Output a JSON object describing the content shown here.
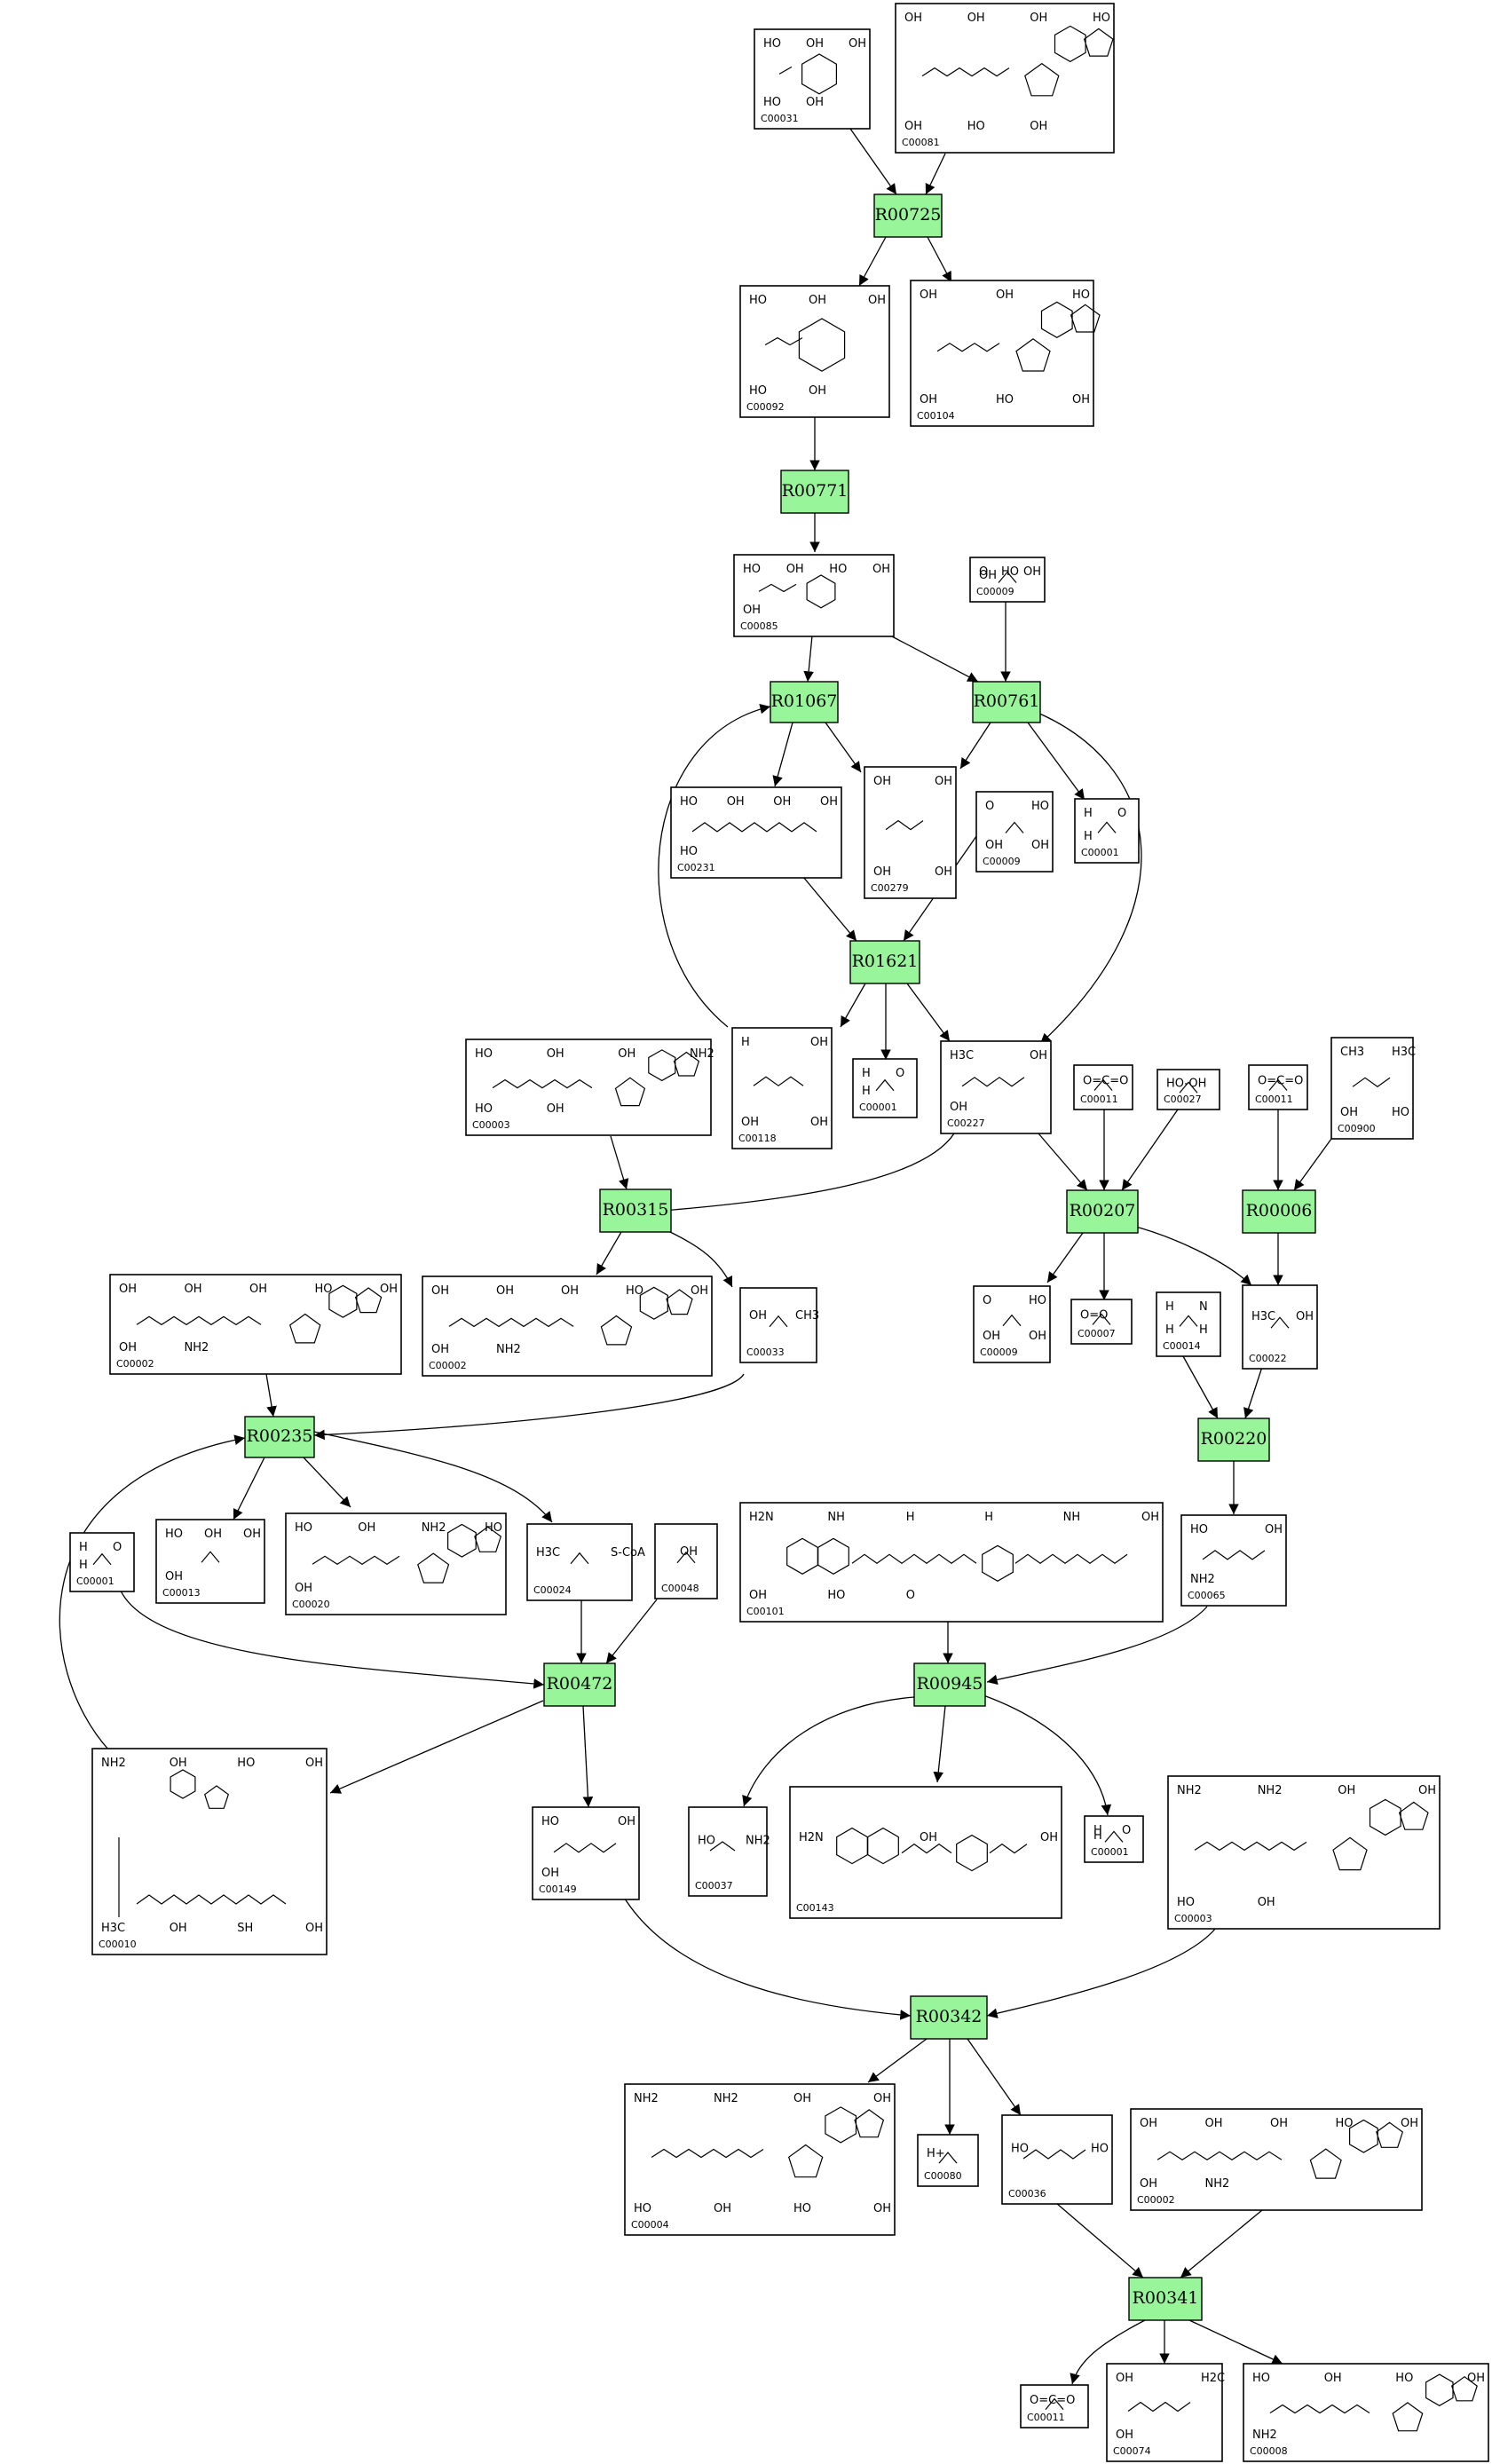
{
  "reactions": [
    {
      "id": "R00725"
    },
    {
      "id": "R00771"
    },
    {
      "id": "R01067"
    },
    {
      "id": "R00761"
    },
    {
      "id": "R01621"
    },
    {
      "id": "R00315"
    },
    {
      "id": "R00207"
    },
    {
      "id": "R00006"
    },
    {
      "id": "R00235"
    },
    {
      "id": "R00220"
    },
    {
      "id": "R00472"
    },
    {
      "id": "R00945"
    },
    {
      "id": "R00342"
    },
    {
      "id": "R00341"
    }
  ],
  "compounds": [
    {
      "id": "C00031",
      "kind": "ring",
      "labels": [
        "HO",
        "OH",
        "OH",
        "HO",
        "OH"
      ]
    },
    {
      "id": "C00081",
      "kind": "nucleotide",
      "labels": [
        "OH",
        "OH",
        "OH",
        "HO",
        "OH",
        "HO",
        "OH"
      ]
    },
    {
      "id": "C00092",
      "kind": "ring",
      "labels": [
        "HO",
        "OH",
        "OH",
        "HO",
        "OH"
      ]
    },
    {
      "id": "C00104",
      "kind": "nucleotide",
      "labels": [
        "OH",
        "OH",
        "HO",
        "OH",
        "HO",
        "OH"
      ]
    },
    {
      "id": "C00085",
      "kind": "ring",
      "labels": [
        "HO",
        "OH",
        "HO",
        "OH",
        "OH"
      ]
    },
    {
      "id": "C00009",
      "kind": "small",
      "labels": [
        "O",
        "HO",
        "OH",
        "OH"
      ]
    },
    {
      "id": "C00231",
      "kind": "chain",
      "labels": [
        "HO",
        "OH",
        "OH",
        "OH",
        "HO"
      ]
    },
    {
      "id": "C00279",
      "kind": "chain",
      "labels": [
        "OH",
        "OH",
        "OH",
        "OH"
      ]
    },
    {
      "id": "C00009",
      "kind": "small",
      "labels": [
        "O",
        "HO",
        "OH",
        "OH"
      ]
    },
    {
      "id": "C00001",
      "kind": "small",
      "labels": [
        "H",
        "O",
        "H"
      ]
    },
    {
      "id": "C00003",
      "kind": "nucleotide",
      "labels": [
        "HO",
        "OH",
        "OH",
        "NH2",
        "HO",
        "OH"
      ]
    },
    {
      "id": "C00118",
      "kind": "chain",
      "labels": [
        "H",
        "OH",
        "OH",
        "OH"
      ]
    },
    {
      "id": "C00001",
      "kind": "small",
      "labels": [
        "H",
        "O",
        "H"
      ]
    },
    {
      "id": "C00227",
      "kind": "chain",
      "labels": [
        "H3C",
        "OH",
        "OH"
      ]
    },
    {
      "id": "C00011",
      "kind": "small",
      "labels": [
        "O=C=O"
      ]
    },
    {
      "id": "C00027",
      "kind": "small",
      "labels": [
        "HO-OH"
      ]
    },
    {
      "id": "C00011",
      "kind": "small",
      "labels": [
        "O=C=O"
      ]
    },
    {
      "id": "C00900",
      "kind": "chain",
      "labels": [
        "CH3",
        "H3C",
        "OH",
        "HO"
      ]
    },
    {
      "id": "C00002",
      "kind": "nucleotide",
      "labels": [
        "OH",
        "OH",
        "OH",
        "HO",
        "OH",
        "OH",
        "NH2"
      ]
    },
    {
      "id": "C00002",
      "kind": "nucleotide",
      "labels": [
        "OH",
        "OH",
        "OH",
        "HO",
        "OH",
        "OH",
        "NH2"
      ]
    },
    {
      "id": "C00033",
      "kind": "small",
      "labels": [
        "OH",
        "CH3"
      ]
    },
    {
      "id": "C00009",
      "kind": "small",
      "labels": [
        "O",
        "HO",
        "OH",
        "OH"
      ]
    },
    {
      "id": "C00007",
      "kind": "small",
      "labels": [
        "O=O"
      ]
    },
    {
      "id": "C00014",
      "kind": "small",
      "labels": [
        "H",
        "N",
        "H",
        "H"
      ]
    },
    {
      "id": "C00022",
      "kind": "small",
      "labels": [
        "H3C",
        "OH"
      ]
    },
    {
      "id": "C00001",
      "kind": "small",
      "labels": [
        "H",
        "O",
        "H"
      ]
    },
    {
      "id": "C00013",
      "kind": "small",
      "labels": [
        "HO",
        "OH",
        "OH",
        "OH"
      ]
    },
    {
      "id": "C00020",
      "kind": "nucleotide",
      "labels": [
        "HO",
        "OH",
        "NH2",
        "HO",
        "OH"
      ]
    },
    {
      "id": "C00024",
      "kind": "small",
      "labels": [
        "H3C",
        "S-CoA"
      ]
    },
    {
      "id": "C00048",
      "kind": "small",
      "labels": [
        "OH"
      ]
    },
    {
      "id": "C00101",
      "kind": "folate",
      "labels": [
        "H2N",
        "NH",
        "H",
        "H",
        "NH",
        "OH",
        "OH",
        "HO",
        "O"
      ]
    },
    {
      "id": "C00065",
      "kind": "chain",
      "labels": [
        "HO",
        "OH",
        "NH2"
      ]
    },
    {
      "id": "C00010",
      "kind": "coa",
      "labels": [
        "NH2",
        "OH",
        "HO",
        "OH",
        "H3C",
        "OH",
        "SH",
        "OH"
      ]
    },
    {
      "id": "C00149",
      "kind": "chain",
      "labels": [
        "HO",
        "OH",
        "OH"
      ]
    },
    {
      "id": "C00037",
      "kind": "chain",
      "labels": [
        "HO",
        "NH2"
      ]
    },
    {
      "id": "C00143",
      "kind": "folate",
      "labels": [
        "H2N",
        "OH",
        "OH"
      ]
    },
    {
      "id": "C00001",
      "kind": "small",
      "labels": [
        "H",
        "O",
        "H"
      ]
    },
    {
      "id": "C00003",
      "kind": "nucleotide",
      "labels": [
        "NH2",
        "NH2",
        "OH",
        "OH",
        "HO",
        "OH"
      ]
    },
    {
      "id": "C00004",
      "kind": "nucleotide",
      "labels": [
        "NH2",
        "NH2",
        "OH",
        "OH",
        "HO",
        "OH",
        "HO",
        "OH"
      ]
    },
    {
      "id": "C00080",
      "kind": "small",
      "labels": [
        "H+"
      ]
    },
    {
      "id": "C00036",
      "kind": "chain",
      "labels": [
        "HO",
        "HO"
      ]
    },
    {
      "id": "C00002",
      "kind": "nucleotide",
      "labels": [
        "OH",
        "OH",
        "OH",
        "HO",
        "OH",
        "OH",
        "NH2"
      ]
    },
    {
      "id": "C00011",
      "kind": "small",
      "labels": [
        "O=C=O"
      ]
    },
    {
      "id": "C00074",
      "kind": "chain",
      "labels": [
        "OH",
        "H2C",
        "OH"
      ]
    },
    {
      "id": "C00008",
      "kind": "nucleotide",
      "labels": [
        "HO",
        "OH",
        "HO",
        "OH",
        "NH2"
      ]
    }
  ]
}
